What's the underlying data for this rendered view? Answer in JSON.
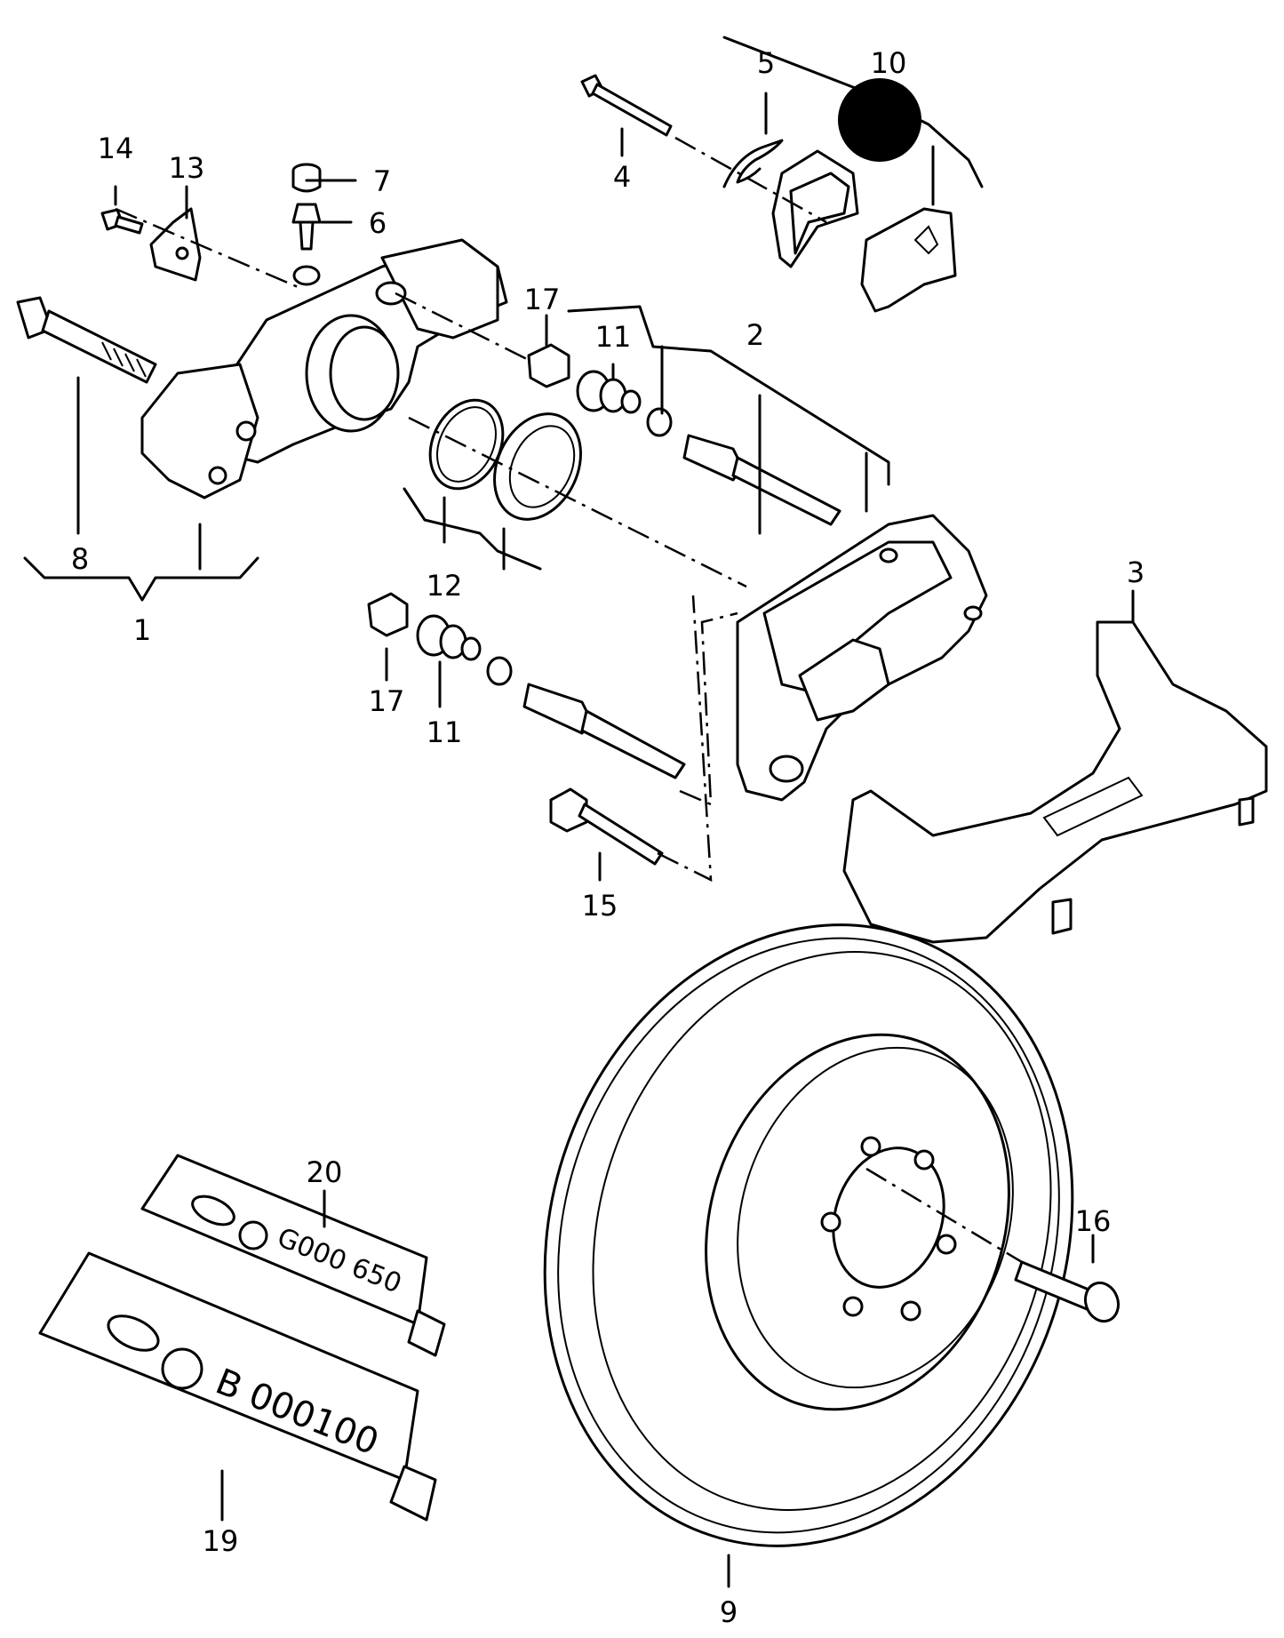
{
  "callouts": {
    "c1": "1",
    "c2": "2",
    "c3": "3",
    "c4": "4",
    "c5": "5",
    "c6": "6",
    "c7": "7",
    "c8": "8",
    "c9": "9",
    "c10": "10",
    "c11a": "11",
    "c11b": "11",
    "c12": "12",
    "c13": "13",
    "c14": "14",
    "c15": "15",
    "c16": "16",
    "c17a": "17",
    "c17b": "17",
    "c19": "19",
    "c20": "20"
  },
  "tubes": {
    "upper_code": "G000 650",
    "lower_code": "B 000100"
  },
  "colors": {
    "ink": "#000000",
    "background": "#ffffff",
    "marker": "#000000"
  }
}
